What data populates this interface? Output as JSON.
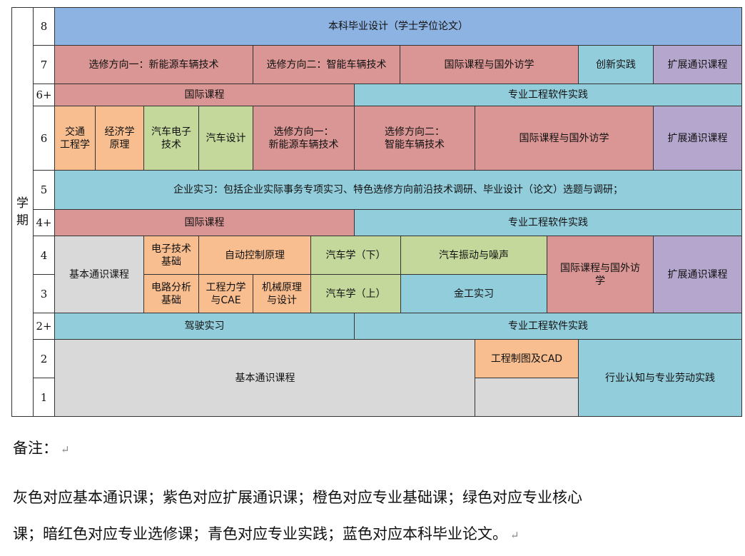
{
  "colors": {
    "gray": "#d9d9d9",
    "purple": "#b4a6cc",
    "orange": "#f9be8f",
    "green": "#c4d89b",
    "red": "#da9694",
    "cyan": "#92cddc",
    "blue": "#8db3e2",
    "white": "#ffffff"
  },
  "axis_label": "学\n期",
  "rows": [
    {
      "label": "8"
    },
    {
      "label": "7"
    },
    {
      "label": "6+"
    },
    {
      "label": "6"
    },
    {
      "label": "5"
    },
    {
      "label": "4+"
    },
    {
      "label": "4"
    },
    {
      "label": "3"
    },
    {
      "label": "2+"
    },
    {
      "label": "2"
    },
    {
      "label": "1"
    }
  ],
  "cells": [
    {
      "name": "cell-graduation-design",
      "text": "本科毕业设计（学士学位论文）",
      "color": "blue"
    },
    {
      "name": "cell-elective-new-energy-7",
      "text": "选修方向一：新能源车辆技术",
      "color": "red"
    },
    {
      "name": "cell-elective-intelligent-7",
      "text": "选修方向二：智能车辆技术",
      "color": "red"
    },
    {
      "name": "cell-international-visit-7",
      "text": "国际课程与国外访学",
      "color": "red"
    },
    {
      "name": "cell-innovation-practice",
      "text": "创新实践",
      "color": "cyan"
    },
    {
      "name": "cell-extended-general-7",
      "text": "扩展通识课程",
      "color": "purple"
    },
    {
      "name": "cell-international-6plus",
      "text": "国际课程",
      "color": "red"
    },
    {
      "name": "cell-software-practice-6plus",
      "text": "专业工程软件实践",
      "color": "cyan"
    },
    {
      "name": "cell-traffic-engineering",
      "text": "交通\n工程学",
      "color": "orange"
    },
    {
      "name": "cell-economics",
      "text": "经济学\n原理",
      "color": "orange"
    },
    {
      "name": "cell-auto-electronics",
      "text": "汽车电子\n技术",
      "color": "green"
    },
    {
      "name": "cell-auto-design",
      "text": "汽车设计",
      "color": "green"
    },
    {
      "name": "cell-elective-new-energy-6",
      "text": "选修方向一：\n新能源车辆技术",
      "color": "red"
    },
    {
      "name": "cell-elective-intelligent-6",
      "text": "选修方向二：\n智能车辆技术",
      "color": "red"
    },
    {
      "name": "cell-international-visit-6",
      "text": "国际课程与国外访学",
      "color": "red"
    },
    {
      "name": "cell-extended-general-6",
      "text": "扩展通识课程",
      "color": "purple"
    },
    {
      "name": "cell-enterprise-internship",
      "text": "企业实习：包括企业实际事务专项实习、特色选修方向前沿技术调研、毕业设计（论文）选题与调研；",
      "color": "cyan"
    },
    {
      "name": "cell-international-4plus",
      "text": "国际课程",
      "color": "red"
    },
    {
      "name": "cell-software-practice-4plus",
      "text": "专业工程软件实践",
      "color": "cyan"
    },
    {
      "name": "cell-basic-general-34",
      "text": "基本通识课程",
      "color": "gray"
    },
    {
      "name": "cell-electronics-basics",
      "text": "电子技术\n基础",
      "color": "orange"
    },
    {
      "name": "cell-automatic-control",
      "text": "自动控制原理",
      "color": "orange"
    },
    {
      "name": "cell-automobile-theory-2",
      "text": "汽车学（下）",
      "color": "green"
    },
    {
      "name": "cell-vibration-noise",
      "text": "汽车振动与噪声",
      "color": "green"
    },
    {
      "name": "cell-international-visit-34",
      "text": "国际课程与国外访\n学",
      "color": "red"
    },
    {
      "name": "cell-extended-general-34",
      "text": "扩展通识课程",
      "color": "purple"
    },
    {
      "name": "cell-circuit-analysis",
      "text": "电路分析\n基础",
      "color": "orange"
    },
    {
      "name": "cell-engineering-mechanics",
      "text": "工程力学\n与CAE",
      "color": "orange"
    },
    {
      "name": "cell-mechanical-principles",
      "text": "机械原理\n与设计",
      "color": "orange"
    },
    {
      "name": "cell-automobile-theory-1",
      "text": "汽车学（上）",
      "color": "green"
    },
    {
      "name": "cell-metalworking-practice",
      "text": "金工实习",
      "color": "cyan"
    },
    {
      "name": "cell-driving-practice",
      "text": "驾驶实习",
      "color": "cyan"
    },
    {
      "name": "cell-software-practice-2plus",
      "text": "专业工程软件实践",
      "color": "cyan"
    },
    {
      "name": "cell-basic-general-12",
      "text": "基本通识课程",
      "color": "gray"
    },
    {
      "name": "cell-engineering-drawing",
      "text": "工程制图及CAD",
      "color": "orange"
    },
    {
      "name": "cell-blank-1",
      "text": "",
      "color": "white"
    },
    {
      "name": "cell-industry-awareness",
      "text": "行业认知与专业劳动实践",
      "color": "cyan"
    }
  ],
  "notes": {
    "heading": "备注：",
    "line1": "灰色对应基本通识课；紫色对应扩展通识课；橙色对应专业基础课；绿色对应专业核心",
    "line2": "课；暗红色对应专业选修课；青色对应专业实践；蓝色对应本科毕业论文。",
    "return_mark": "↵"
  }
}
